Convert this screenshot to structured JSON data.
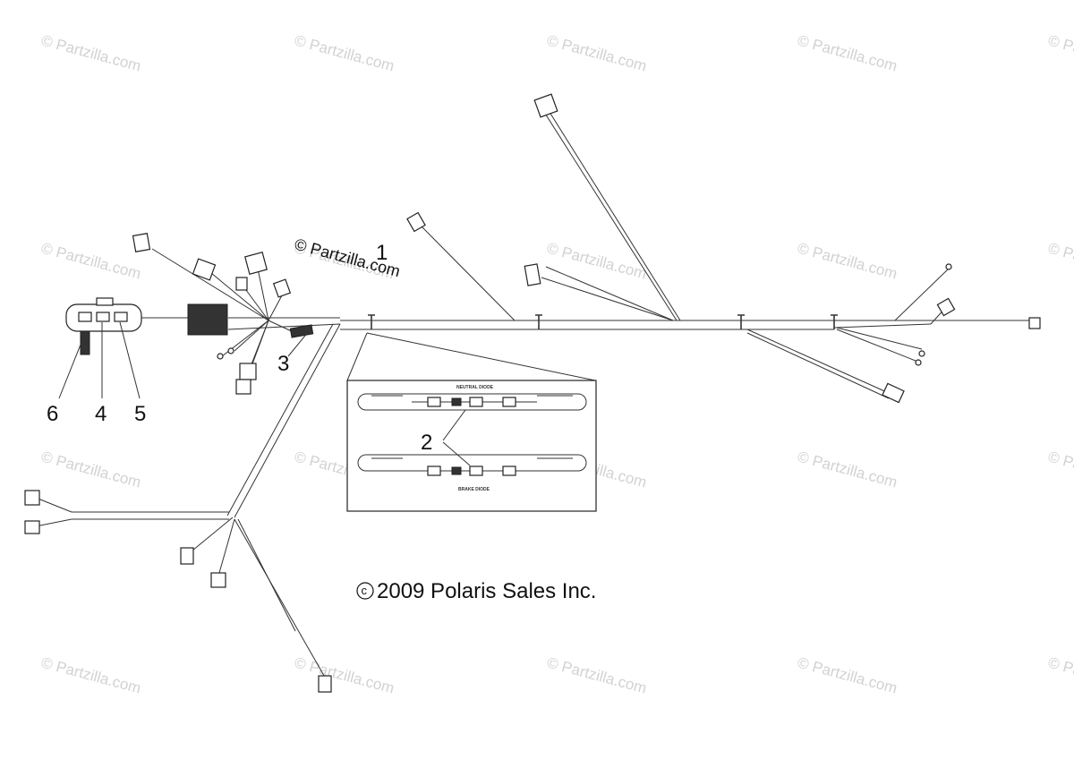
{
  "watermark": "© Partzilla.com",
  "diagram_watermark": "© Partzilla.com",
  "callouts": {
    "c1": "1",
    "c2": "2",
    "c3": "3",
    "c4": "4",
    "c5": "5",
    "c6": "6"
  },
  "copyright_text": "2009 Polaris Sales Inc.",
  "copyright_symbol": "c",
  "inset": {
    "top_label": "NEUTRAL DIODE",
    "bottom_label": "BRAKE DIODE"
  }
}
